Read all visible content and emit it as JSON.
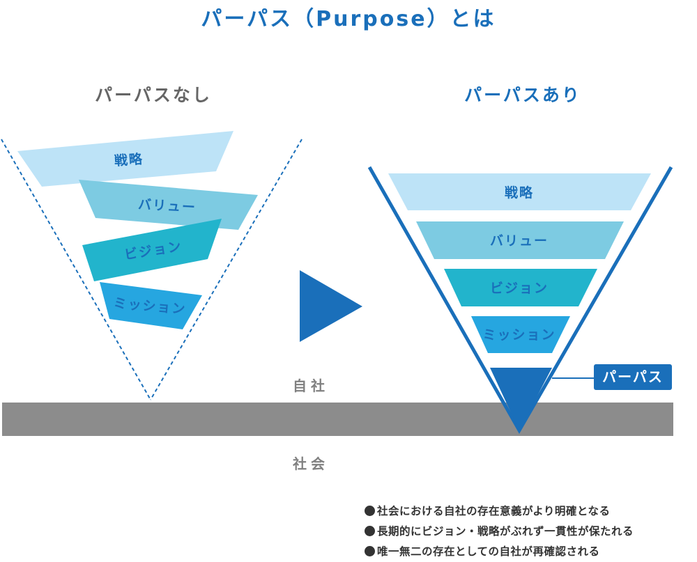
{
  "title": "パーパス（Purpose）とは",
  "left_panel": {
    "heading": "パーパスなし",
    "layers": [
      "戦略",
      "バリュー",
      "ビジョン",
      "ミッション"
    ]
  },
  "right_panel": {
    "heading": "パーパスあり",
    "layers": [
      "戦略",
      "バリュー",
      "ビジョン",
      "ミッション"
    ],
    "purpose_label": "パーパス"
  },
  "ground": {
    "above_label": "自社",
    "below_label": "社会"
  },
  "benefits": [
    "社会における自社の存在意義がより明確となる",
    "長期的にビジョン・戦略がぶれず一貫性が保たれる",
    "唯一無二の存在としての自社が再確認される"
  ],
  "colors": {
    "brand_blue": "#1a6fba",
    "layer_strategy": "#bde3f7",
    "layer_value": "#7dcbe2",
    "layer_vision": "#22b4cc",
    "layer_mission": "#26a6e0",
    "ground": "#8c8c8c"
  },
  "icons": [
    "arrow-right-icon"
  ]
}
